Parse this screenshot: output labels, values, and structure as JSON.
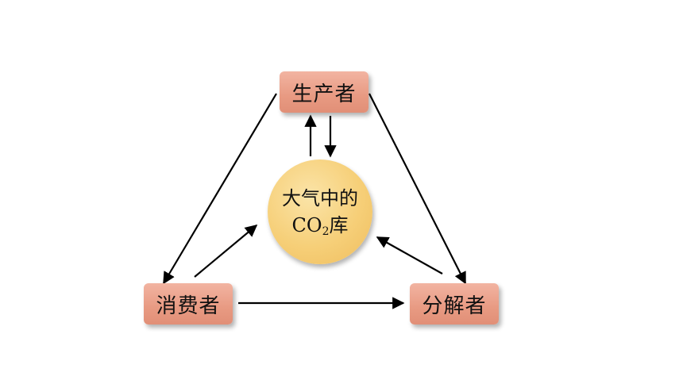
{
  "nodes": {
    "producer": "生产者",
    "consumer": "消费者",
    "decomposer": "分解者",
    "co2_pool": {
      "line1": "大气中的",
      "co": "CO",
      "subscript": "2",
      "suffix": "库"
    }
  },
  "colors": {
    "box_fill": "#e89a82",
    "circle_fill": "#f6cf78",
    "arrow": "#000000"
  }
}
